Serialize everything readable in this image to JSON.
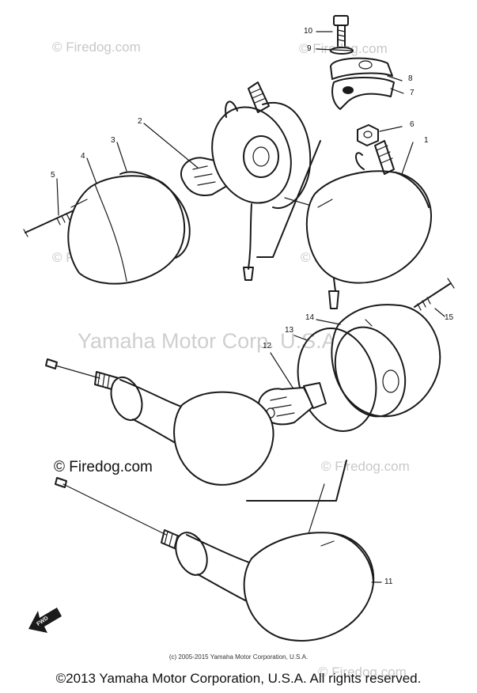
{
  "watermarks": {
    "small": "© Firedog.com",
    "center": "Yamaha Motor Corp. U.S.A."
  },
  "site_mark": "© Firedog.com",
  "callouts": [
    "1",
    "2",
    "3",
    "4",
    "5",
    "6",
    "7",
    "8",
    "9",
    "10",
    "11",
    "12",
    "13",
    "14",
    "15"
  ],
  "front_arrow": "FWD",
  "inner_copyright": "(c) 2005-2015 Yamaha Motor Corporation, U.S.A.",
  "footer_copyright": "©2013 Yamaha Motor Corporation, U.S.A. All rights reserved.",
  "colors": {
    "line": "#1a1a1a",
    "watermark": "#c8c8c8",
    "background": "#ffffff"
  }
}
